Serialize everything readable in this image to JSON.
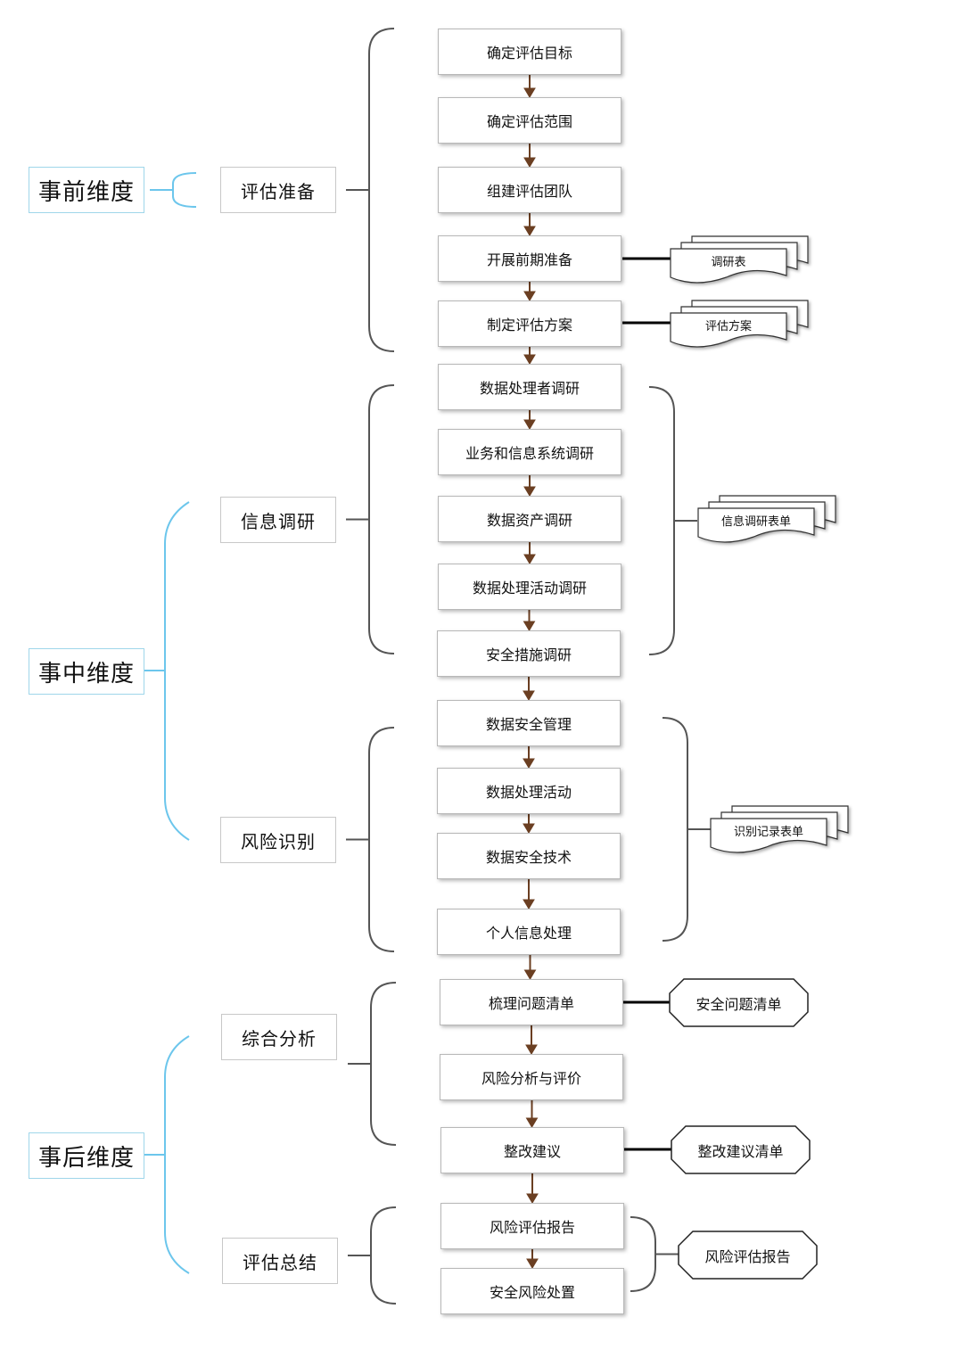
{
  "dimensions": [
    {
      "label": "事前维度"
    },
    {
      "label": "事中维度"
    },
    {
      "label": "事后维度"
    }
  ],
  "phases": [
    {
      "label": "评估准备"
    },
    {
      "label": "信息调研"
    },
    {
      "label": "风险识别"
    },
    {
      "label": "综合分析"
    },
    {
      "label": "评估总结"
    }
  ],
  "steps": [
    {
      "label": "确定评估目标"
    },
    {
      "label": "确定评估范围"
    },
    {
      "label": "组建评估团队"
    },
    {
      "label": "开展前期准备"
    },
    {
      "label": "制定评估方案"
    },
    {
      "label": "数据处理者调研"
    },
    {
      "label": "业务和信息系统调研"
    },
    {
      "label": "数据资产调研"
    },
    {
      "label": "数据处理活动调研"
    },
    {
      "label": "安全措施调研"
    },
    {
      "label": "数据安全管理"
    },
    {
      "label": "数据处理活动"
    },
    {
      "label": "数据安全技术"
    },
    {
      "label": "个人信息处理"
    },
    {
      "label": "梳理问题清单"
    },
    {
      "label": "风险分析与评价"
    },
    {
      "label": "整改建议"
    },
    {
      "label": "风险评估报告"
    },
    {
      "label": "安全风险处置"
    }
  ],
  "documents": [
    {
      "label": "调研表"
    },
    {
      "label": "评估方案"
    },
    {
      "label": "信息调研表单"
    },
    {
      "label": "识别记录表单"
    }
  ],
  "outputs": [
    {
      "label": "安全问题清单"
    },
    {
      "label": "整改建议清单"
    },
    {
      "label": "风险评估报告"
    }
  ],
  "colors": {
    "dimension_border": "#9fd6ea",
    "dimension_bracket": "#6cc6ec",
    "bracket": "#555555",
    "arrow": "#6b3f22"
  }
}
